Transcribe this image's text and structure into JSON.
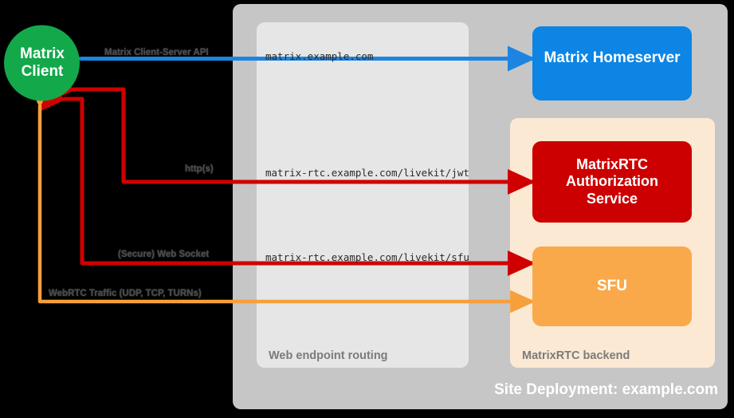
{
  "diagram": {
    "title": "Site Deployment: example.com",
    "background": "#000000",
    "zones": {
      "site": {
        "label": "Site Deployment: example.com",
        "color": "#c6c6c6"
      },
      "web_routing": {
        "label": "Web endpoint routing",
        "color": "#e6e6e6"
      },
      "rtc_backend": {
        "label": "MatrixRTC backend",
        "color": "#fce9d4"
      }
    },
    "nodes": [
      {
        "id": "matrix-client",
        "label": "Matrix\nClient",
        "line1": "Matrix",
        "line2": "Client",
        "shape": "circle",
        "color": "#13a84a"
      },
      {
        "id": "matrix-homeserver",
        "label": "Matrix Homeserver",
        "shape": "rounded-rect",
        "color": "#0c85e5"
      },
      {
        "id": "matrixrtc-authorization-service",
        "label": "MatrixRTC\nAuthorization\nService",
        "line1": "MatrixRTC",
        "line2": "Authorization",
        "line3": "Service",
        "shape": "rounded-rect",
        "color": "#cc0000"
      },
      {
        "id": "sfu",
        "label": "SFU",
        "shape": "rounded-rect",
        "color": "#f9a94a"
      }
    ],
    "edges": [
      {
        "id": "client-server-api",
        "protocol_label": "Matrix Client-Server API",
        "endpoint": "matrix.example.com",
        "color": "#1d85e0",
        "from": "matrix-homeserver",
        "to": "matrix-client",
        "direction": "bidirectional"
      },
      {
        "id": "jwt-service",
        "protocol_label": "http(s)",
        "endpoint": "matrix-rtc.example.com/livekit/jwt",
        "color": "#e00000",
        "from": "matrix-client",
        "to": "matrixrtc-authorization-service",
        "direction": "bidirectional"
      },
      {
        "id": "sfu-websocket",
        "protocol_label": "(Secure) Web Socket",
        "endpoint": "matrix-rtc.example.com/livekit/sfu",
        "color": "#e00000",
        "from": "matrix-client",
        "to": "sfu",
        "direction": "bidirectional"
      },
      {
        "id": "webrtc-traffic",
        "protocol_label": "WebRTC Traffic (UDP, TCP, TURNs)",
        "endpoint": "",
        "color": "#f5a03c",
        "from": "matrix-client",
        "to": "sfu",
        "direction": "bidirectional"
      }
    ]
  }
}
